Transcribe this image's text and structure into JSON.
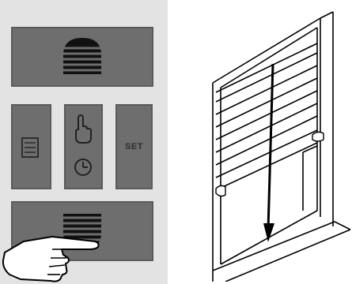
{
  "remote": {
    "up_icon": "shutter-up-icon",
    "mode_icon": "list-icon",
    "auto_icons": [
      "manual-hand-icon",
      "clock-icon"
    ],
    "set_label": "SET",
    "down_icon": "shutter-down-icon",
    "pointer_icon": "pointing-hand-icon"
  },
  "illustration": {
    "type": "roller-shutter-window",
    "arrow_direction": "down"
  },
  "colors": {
    "panel_bg": "#e3e3e3",
    "button_fill": "#6e6e6e",
    "icon_dark": "#111111",
    "line_art": "#000000"
  }
}
